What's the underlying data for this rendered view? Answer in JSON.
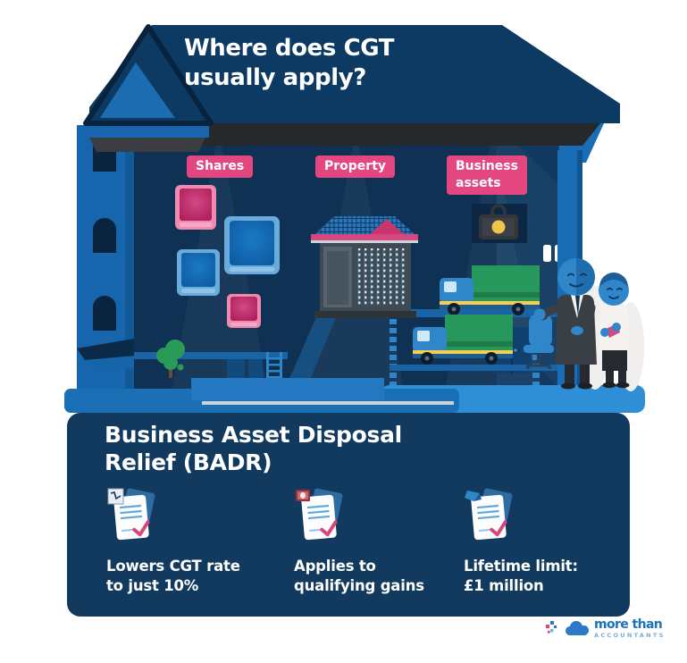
{
  "header": {
    "title": "Where does CGT\nusually apply?"
  },
  "scene_labels": {
    "shares": "Shares",
    "property": "Property",
    "business_assets": "Business\nassets"
  },
  "scene_icons": [
    "shares-cubes-illustration",
    "property-building-illustration",
    "business-trucks-illustration",
    "briefcase-icon",
    "office-chair-icon",
    "two-people-illustration"
  ],
  "badr": {
    "heading": "Business Asset Disposal\nRelief (BADR)",
    "items": [
      {
        "icon": "chart-document-icon",
        "text": "Lowers CGT rate\nto just 10%"
      },
      {
        "icon": "cash-document-icon",
        "text": "Applies to\nqualifying gains"
      },
      {
        "icon": "ribbon-document-icon",
        "text": "Lifetime limit:\n£1 million"
      }
    ]
  },
  "footer": {
    "logo_icon": "cloud-icon",
    "brand_name": "more than",
    "brand_subtitle": "ACCOUNTANTS"
  },
  "colors": {
    "accent_pink": "#e2487f",
    "roof_navy": "#0d3a63",
    "interior_navy": "#0f3153",
    "facade_blue": "#1766ad",
    "panel_navy": "#123a5e",
    "ledge_blue": "#1a6fb5",
    "ledge_light_blue": "#2e8ed6",
    "brand_blue": "#1a74bc"
  }
}
